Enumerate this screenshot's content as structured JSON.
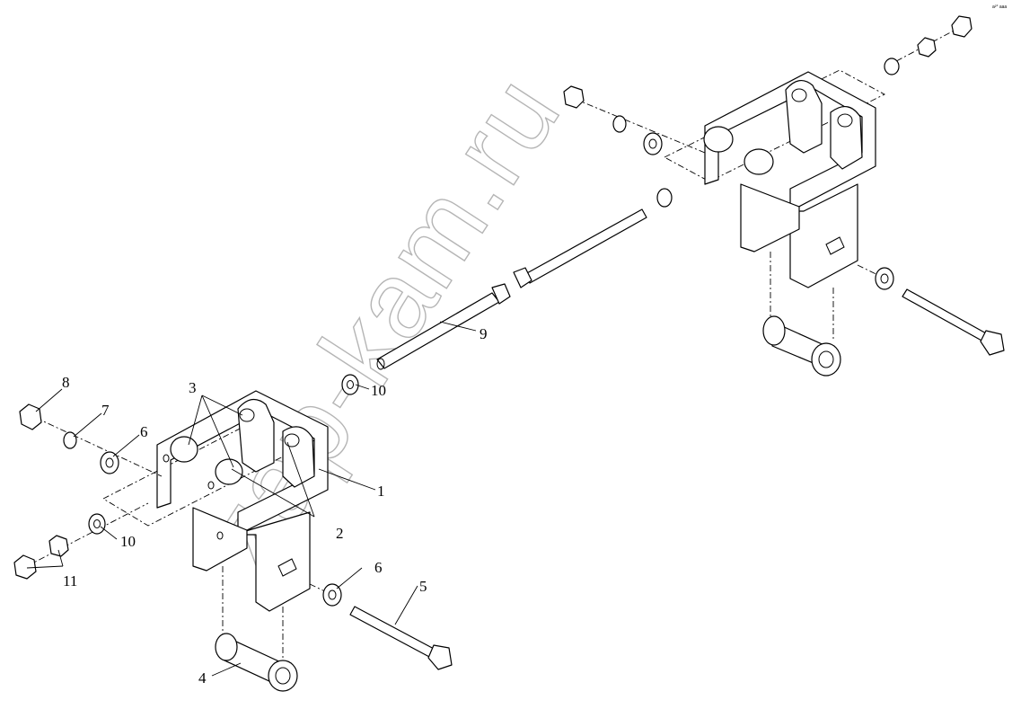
{
  "diagram": {
    "corner_mark": "a²° aaa",
    "watermark": "zap-kam.ru",
    "callouts": [
      {
        "id": "c1",
        "label": "1"
      },
      {
        "id": "c2",
        "label": "2"
      },
      {
        "id": "c3",
        "label": "3"
      },
      {
        "id": "c4",
        "label": "4"
      },
      {
        "id": "c5",
        "label": "5"
      },
      {
        "id": "c6a",
        "label": "6"
      },
      {
        "id": "c6b",
        "label": "6"
      },
      {
        "id": "c7",
        "label": "7"
      },
      {
        "id": "c8",
        "label": "8"
      },
      {
        "id": "c9",
        "label": "9"
      },
      {
        "id": "c10a",
        "label": "10"
      },
      {
        "id": "c10b",
        "label": "10"
      },
      {
        "id": "c11",
        "label": "11"
      }
    ]
  }
}
